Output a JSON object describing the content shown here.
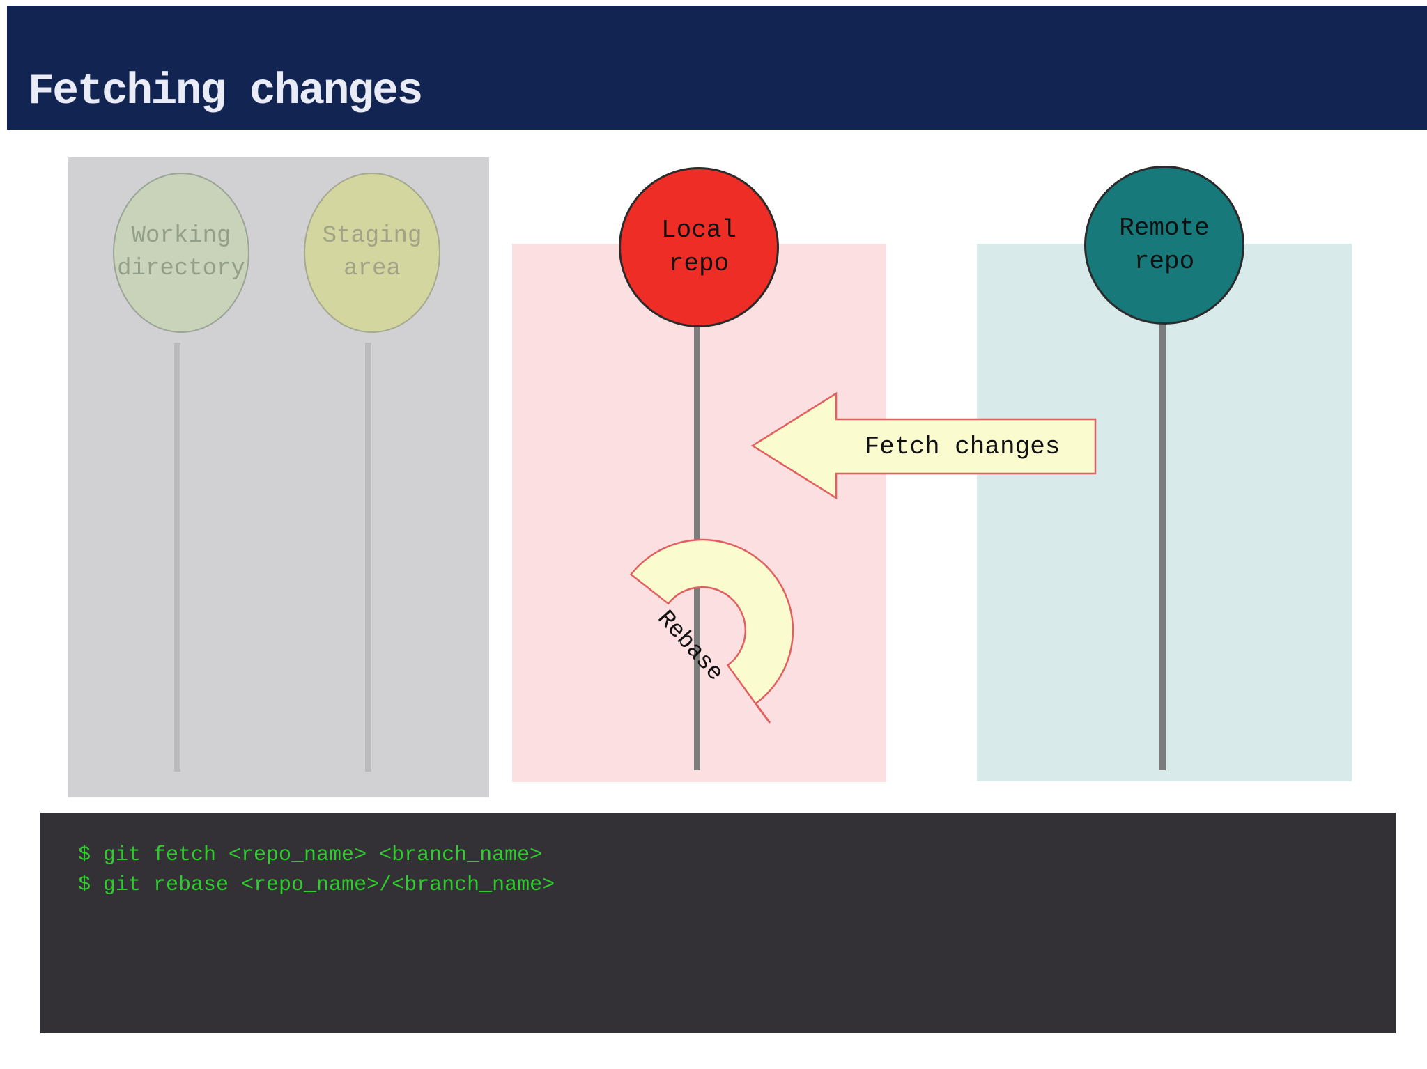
{
  "slide": {
    "title": "Fetching changes"
  },
  "colors": {
    "header_bg": "#122452",
    "title_fg": "#e9ecf6",
    "panel_gray": "#d1d0d3",
    "panel_pink": "#fcdfe0",
    "panel_cyan": "#d9eaea",
    "working_fill": "#c9d3ba",
    "working_border": "#9aa497",
    "working_text": "#93a089",
    "staging_fill": "#d4d6a0",
    "staging_border": "#a6a88f",
    "staging_text": "#a1a486",
    "local_fill": "#ee2e26",
    "remote_fill": "#17797a",
    "node_border": "#2b2b2b",
    "node_text": "#111111",
    "timeline_dark": "#7c7c7c",
    "timeline_light": "#bcbabd",
    "arrow_fill": "#fbfbd0",
    "arrow_border": "#e06060",
    "terminal_bg": "#333135",
    "terminal_fg": "#2fcb2f"
  },
  "left_panel": {
    "working_directory_label": "Working\ndirectory",
    "staging_area_label": "Staging\narea"
  },
  "local_panel": {
    "local_repo_label": "Local\nrepo"
  },
  "remote_panel": {
    "remote_repo_label": "Remote\nrepo"
  },
  "fetch_arrow": {
    "label": "Fetch changes"
  },
  "rebase_arrow": {
    "label": "Rebase"
  },
  "terminal": {
    "lines": [
      "$ git fetch <repo_name> <branch_name>",
      "$ git rebase <repo_name>/<branch_name>"
    ]
  }
}
